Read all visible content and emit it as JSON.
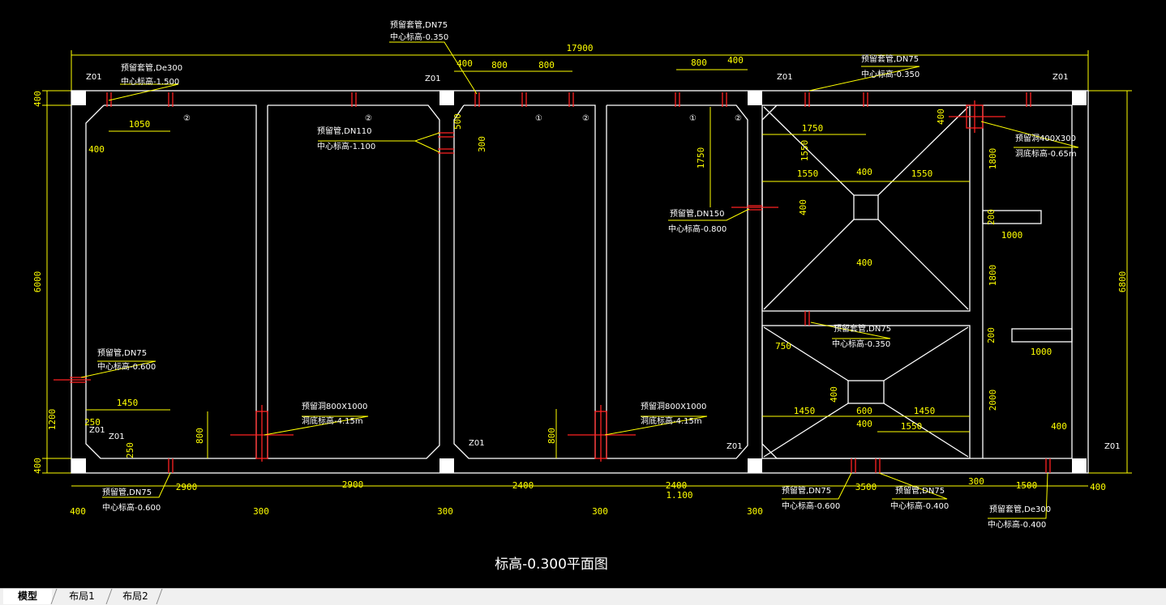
{
  "drawing": {
    "title": "标高-0.300平面图",
    "overall_width": "17900",
    "overall_height": "6800",
    "column_tags": [
      "Z01",
      "Z01",
      "Z01",
      "Z01",
      "Z01",
      "Z01",
      "Z01",
      "Z01",
      "Z01"
    ],
    "left_dims": [
      "400",
      "6000",
      "1200",
      "400"
    ],
    "bottom_spans": [
      "2900",
      "2900",
      "2400",
      "2400",
      "3500",
      "300",
      "1500",
      "400"
    ],
    "bottom_under": [
      "400",
      "300",
      "300",
      "300",
      "300"
    ],
    "bottom_extra": "1.100",
    "top_dims": [
      "400",
      "800",
      "800",
      "800",
      "400"
    ],
    "room1_dims": [
      "1050",
      "400",
      "1450",
      "250",
      "250",
      "800"
    ],
    "room_mid_dims": [
      "500",
      "300"
    ],
    "room3_dims": [
      "1750",
      "1750",
      "1550",
      "1550",
      "400",
      "1550",
      "400",
      "400",
      "400"
    ],
    "right_strip_dims": [
      "1800",
      "200",
      "1000",
      "1800",
      "200",
      "1000",
      "2000",
      "400"
    ],
    "lower_tank_dims": [
      "750",
      "400",
      "1450",
      "600",
      "1450",
      "400",
      "1550",
      "800"
    ],
    "markers": [
      "②",
      "①",
      "②",
      "①",
      "②",
      "②"
    ],
    "annotations": [
      {
        "line1": "预留套管,DN75",
        "line2": "中心标高-0.350"
      },
      {
        "line1": "预留套管,De300",
        "line2": "中心标高-1.500"
      },
      {
        "line1": "预留管,DN110",
        "line2": "中心标高-1.100"
      },
      {
        "line1": "预留套管,DN75",
        "line2": "中心标高-0.350"
      },
      {
        "line1": "预留洞400X300",
        "line2": "洞底标高-0.65m"
      },
      {
        "line1": "预留管,DN150",
        "line2": "中心标高-0.800"
      },
      {
        "line1": "预留套管,DN75",
        "line2": "中心标高-0.350"
      },
      {
        "line1": "预留管,DN75",
        "line2": "中心标高-0.600"
      },
      {
        "line1": "预留洞800X1000",
        "line2": "洞底标高-4.15m"
      },
      {
        "line1": "预留洞800X1000",
        "line2": "洞底标高-4.15m"
      },
      {
        "line1": "预留管,DN75",
        "line2": "中心标高-0.600"
      },
      {
        "line1": "预留管,DN75",
        "line2": "中心标高-0.600"
      },
      {
        "line1": "预留管,DN75",
        "line2": "中心标高-0.400"
      },
      {
        "line1": "预留套管,De300",
        "line2": "中心标高-0.400"
      }
    ]
  },
  "tabs": [
    {
      "label": "模型",
      "active": true
    },
    {
      "label": "布局1",
      "active": false
    },
    {
      "label": "布局2",
      "active": false
    }
  ],
  "colors": {
    "background": "#000000",
    "dimension": "#ffff00",
    "wall": "#ffffff",
    "pipe": "#ff2222"
  }
}
